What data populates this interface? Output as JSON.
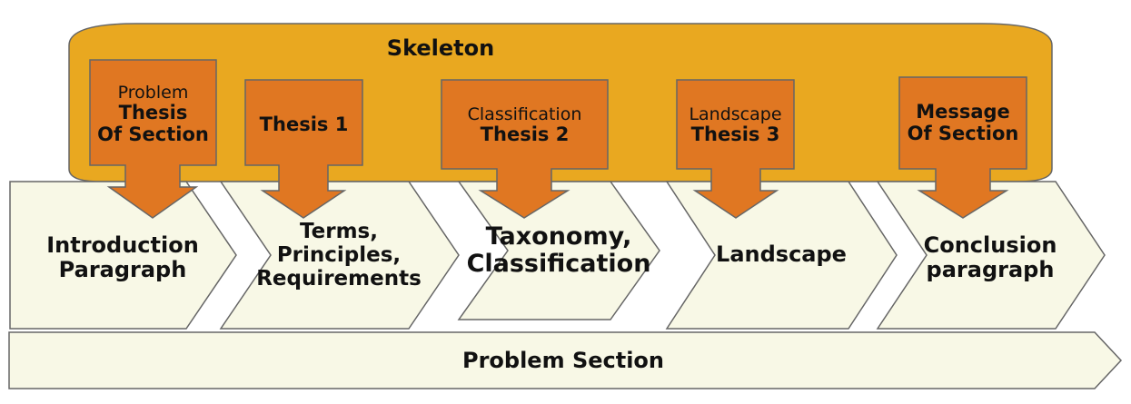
{
  "skeleton": {
    "title": "Skeleton"
  },
  "theses": [
    {
      "line1": "Problem",
      "line2": "Thesis",
      "line3": "Of Section"
    },
    {
      "line1": "",
      "line2": "Thesis 1",
      "line3": ""
    },
    {
      "line1": "Classification",
      "line2": "Thesis 2",
      "line3": ""
    },
    {
      "line1": "Landscape",
      "line2": "Thesis 3",
      "line3": ""
    },
    {
      "line1": "",
      "line2": "Message",
      "line3": "Of Section"
    }
  ],
  "steps": [
    {
      "line1": "Introduction",
      "line2": "Paragraph",
      "line3": ""
    },
    {
      "line1": "Terms,",
      "line2": "Principles,",
      "line3": "Requirements"
    },
    {
      "line1": "Taxonomy,",
      "line2": "Classification",
      "line3": ""
    },
    {
      "line1": "Landscape",
      "line2": "",
      "line3": ""
    },
    {
      "line1": "Conclusion",
      "line2": "paragraph",
      "line3": ""
    }
  ],
  "bottom_bar": {
    "label": "Problem Section"
  },
  "colors": {
    "skeleton_fill": "#E9A820",
    "thesis_fill": "#E07722",
    "step_fill": "#F8F8E6",
    "outline": "#666666"
  }
}
